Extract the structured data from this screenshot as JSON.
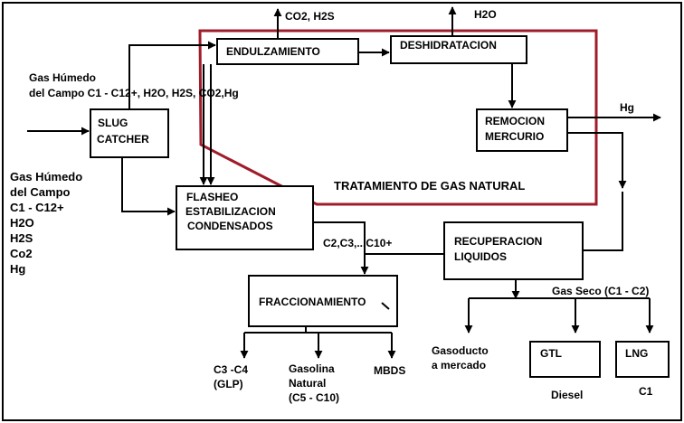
{
  "colors": {
    "frame": "#000000",
    "highlight": "#a01c2a",
    "background": "#ffffff"
  },
  "boxes": {
    "slug_catcher": [
      "SLUG",
      "CATCHER"
    ],
    "endulzamiento": [
      "ENDULZAMIENTO"
    ],
    "deshidratacion": [
      "DESHIDRATACION"
    ],
    "remocion": [
      "REMOCION",
      "MERCURIO"
    ],
    "flasheo": [
      "FLASHEO",
      "ESTABILIZACION",
      "CONDENSADOS"
    ],
    "recuperacion": [
      "RECUPERACION",
      "LIQUIDOS"
    ],
    "fraccionamiento": [
      "FRACCIONAMIENTO"
    ],
    "gtl": [
      "GTL"
    ],
    "lng": [
      "LNG"
    ]
  },
  "region_label": "TRATAMIENTO DE GAS NATURAL",
  "labels": {
    "feed_top": [
      "Gas Húmedo",
      "del Campo C1 - C12+, H2O, H2S, CO2,Hg"
    ],
    "feed_left": [
      "Gas Húmedo",
      "del Campo",
      "C1 - C12+",
      "H2O",
      "H2S",
      "Co2",
      "Hg"
    ],
    "co2_h2s": "CO2, H2S",
    "h2o": "H2O",
    "hg": "Hg",
    "c2_c10": "C2,C3,...C10+",
    "gas_seco": "Gas Seco (C1 - C2)",
    "c3_c4": [
      "C3 -C4",
      "(GLP)"
    ],
    "gasolina": [
      "Gasolina",
      "Natural",
      "(C5 - C10)"
    ],
    "mbds": "MBDS",
    "gasoducto": [
      "Gasoducto",
      "a mercado"
    ],
    "diesel": "Diesel",
    "c1": "C1"
  }
}
